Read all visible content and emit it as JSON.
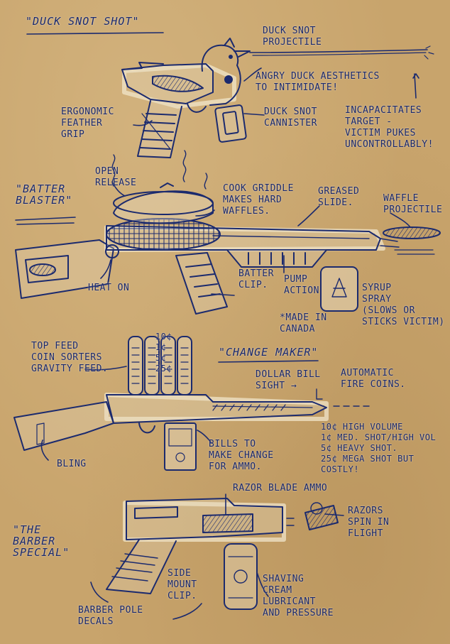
{
  "sections": {
    "duck": {
      "title": "\"Duck Snot Shot\"",
      "labels": {
        "projectile": "Duck Snot\nProjectile",
        "aesthetics": "Angry Duck Aesthetics\nto Intimidate!",
        "grip": "Ergonomic\nFeather\nGrip",
        "canister": "Duck Snot\nCannister",
        "incapacitates": "Incapacitates\nTarget -\nVictim Pukes\nUncontrollably!"
      }
    },
    "batter": {
      "title": "\"Batter\nBlaster\"",
      "labels": {
        "open_release": "Open\nRelease",
        "griddle": "Cook Griddle\nMakes Hard\nWaffles.",
        "greased": "Greased\nSlide.",
        "waffle_proj": "Waffle\nProjectile",
        "heat": "Heat On",
        "clip": "Batter\nClip.",
        "pump": "Pump\nAction",
        "syrup": "Syrup\nSpray\n(Slows or\nSticks Victim)",
        "canada": "*Made in\nCanada"
      }
    },
    "change": {
      "title": "\"Change Maker\"",
      "coins": [
        "10¢",
        "1¢",
        "5¢",
        "25¢"
      ],
      "labels": {
        "top_feed": "Top Feed\nCoin Sorters\nGravity Feed.",
        "dollar_sight": "Dollar Bill\nSight →",
        "auto_fire": "Automatic\nFire Coins.",
        "bling": "Bling",
        "bills": "Bills to\nMake Change\nfor Ammo.",
        "rates": "10¢ High Volume\n1¢ Med. Shot/High Vol\n5¢ Heavy Shot.\n25¢ Mega Shot but\ncostly!"
      }
    },
    "barber": {
      "title": "\"The\nBarber\nSpecial\"",
      "labels": {
        "razor_ammo": "Razor Blade Ammo",
        "razors_spin": "Razors\nSpin in\nFlight",
        "side_clip": "Side\nMount\nClip.",
        "shaving": "Shaving\nCream\nLubricant\nand Pressure",
        "pole": "Barber Pole\nDecals"
      }
    }
  },
  "colors": {
    "paper": "#c8a46c",
    "ink": "#1b2a6e",
    "highlight": "#f4ead0"
  }
}
